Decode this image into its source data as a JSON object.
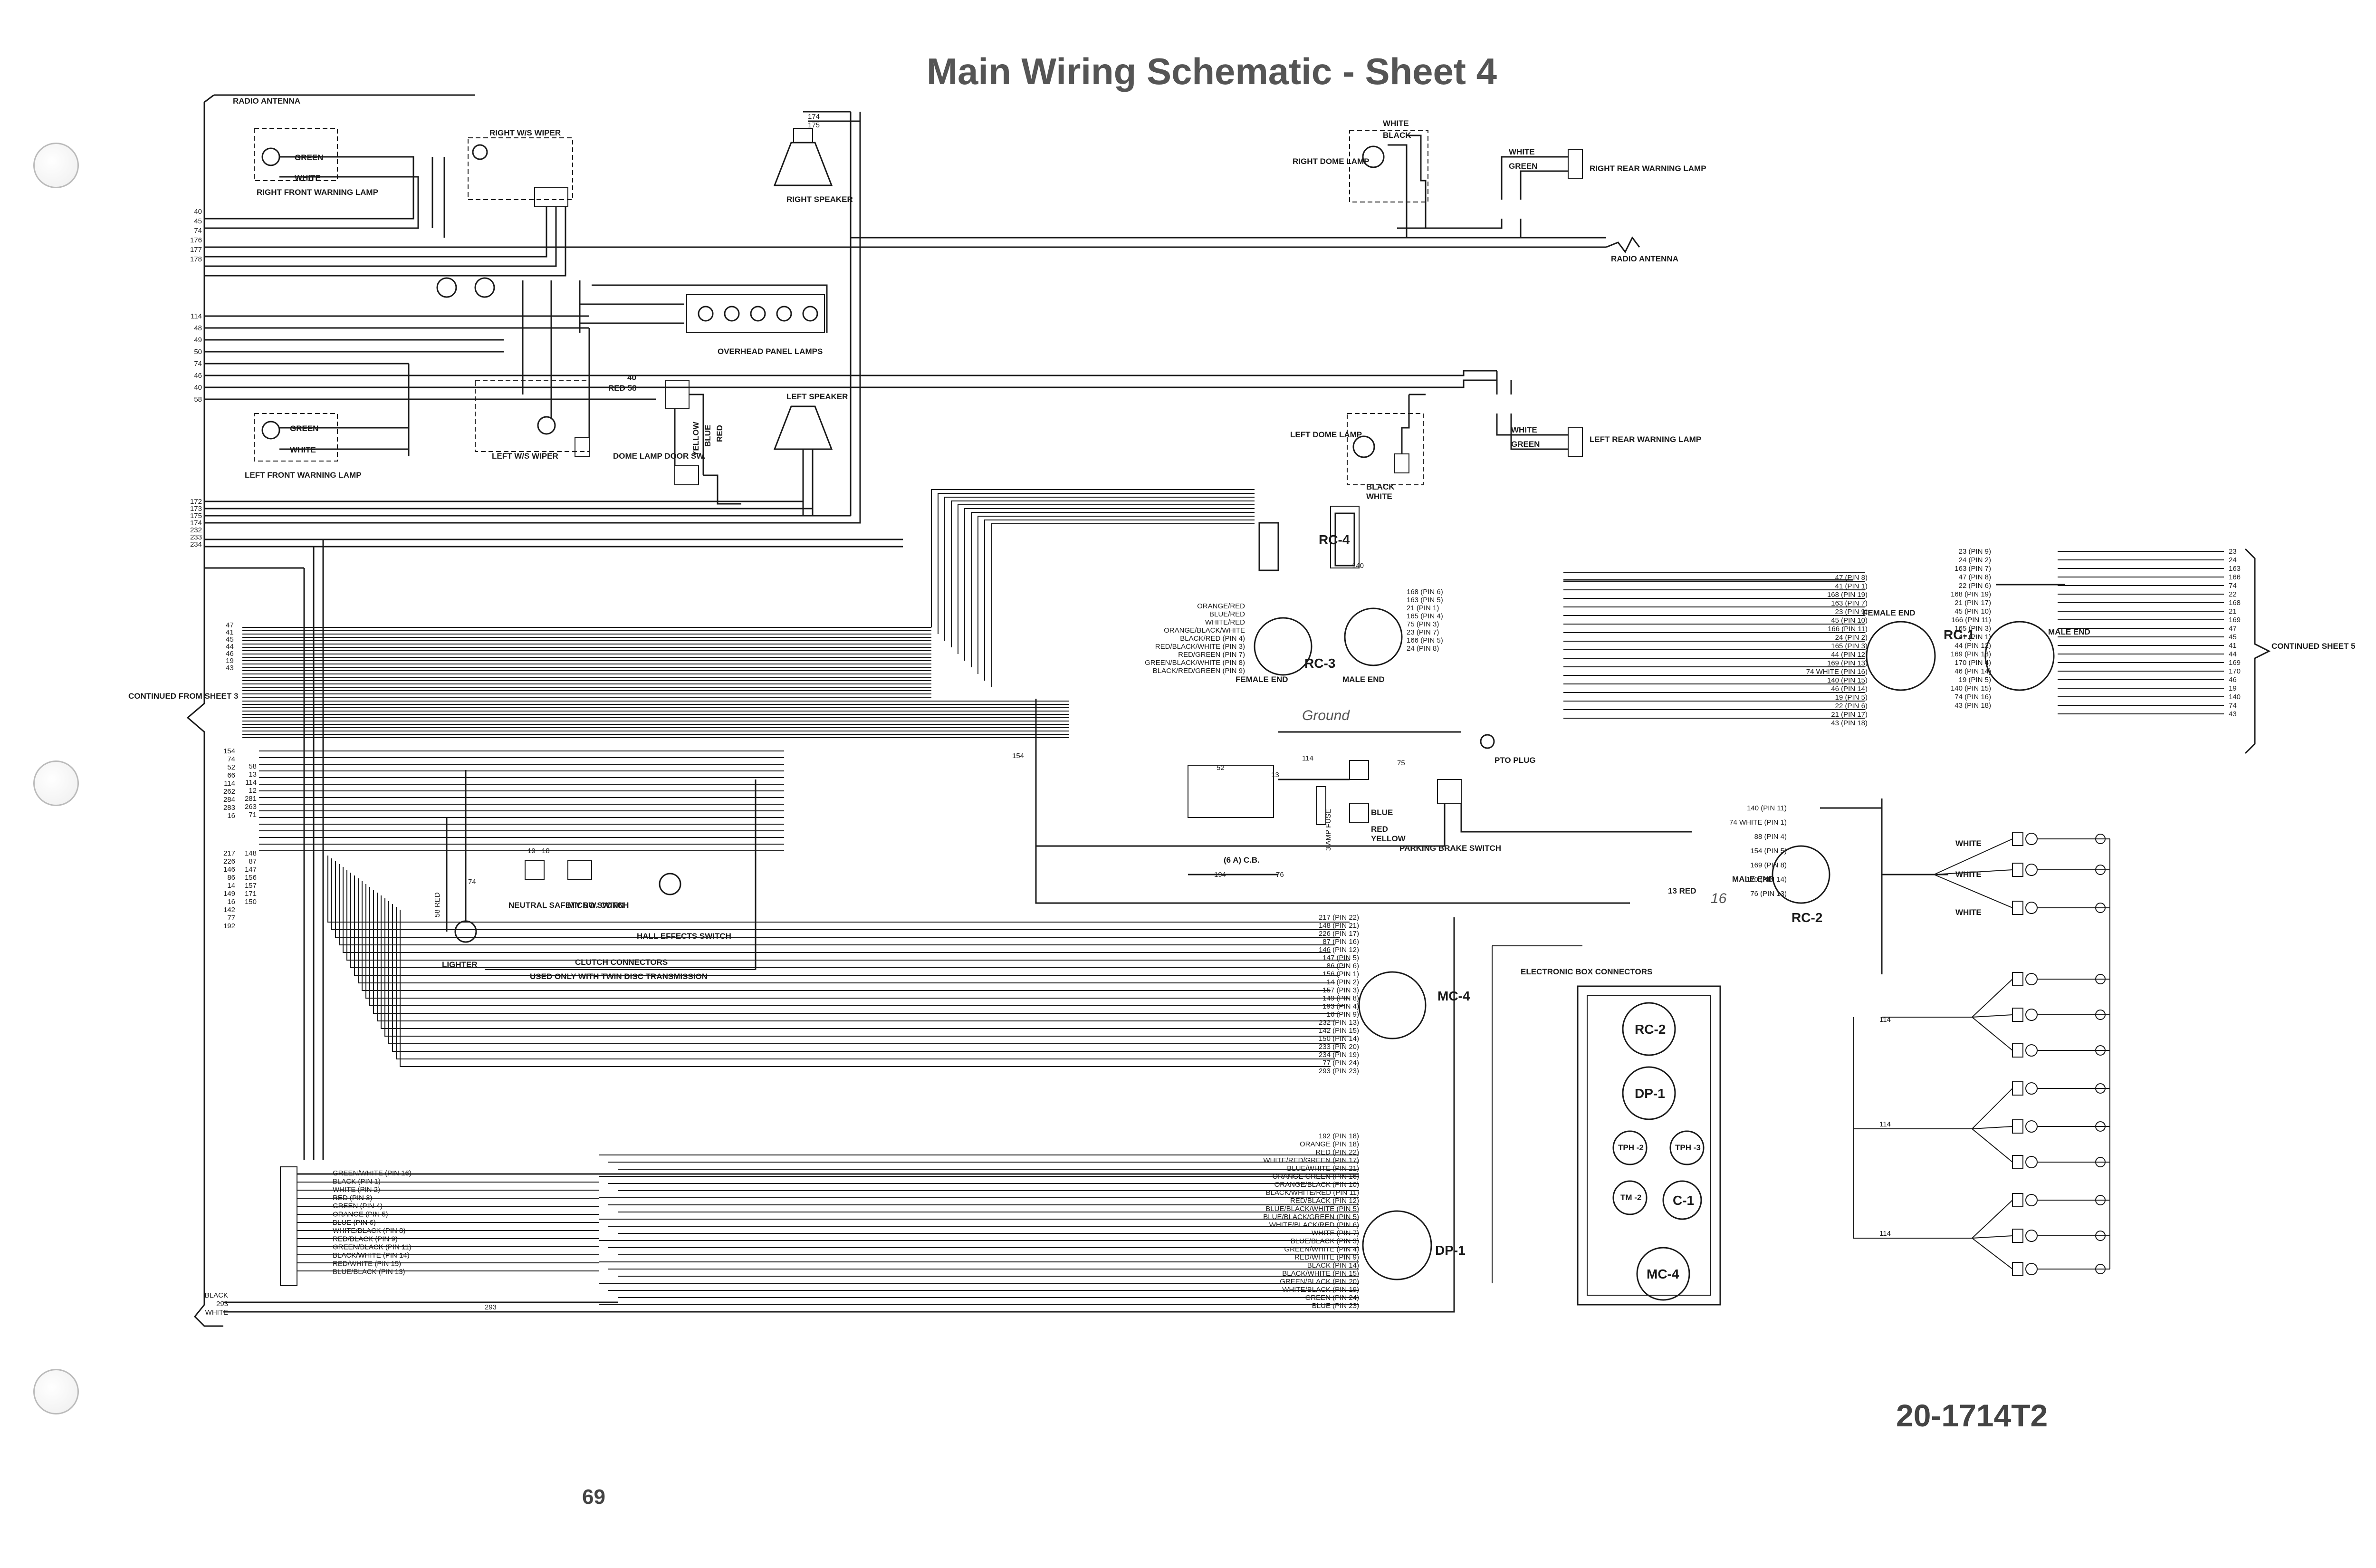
{
  "title": "Main Wiring Schematic - Sheet 4",
  "document_number": "20-1714T2",
  "page_number": "69",
  "continued_from": "CONTINUED FROM SHEET 3",
  "continued_to": "CONTINUED SHEET 5",
  "components": {
    "radio_antenna_top": "RADIO ANTENNA",
    "radio_antenna_right": "RADIO ANTENNA",
    "right_front_lamp": "RIGHT FRONT WARNING LAMP",
    "right_wiper": "RIGHT W/S WIPER",
    "right_speaker": "RIGHT SPEAKER",
    "right_dome_lamp": "RIGHT DOME LAMP",
    "right_rear_lamp": "RIGHT REAR WARNING LAMP",
    "overhead_panel_lamps": "OVERHEAD PANEL LAMPS",
    "left_front_lamp": "LEFT FRONT WARNING LAMP",
    "left_wiper": "LEFT W/S WIPER",
    "dome_lamp_door_sw": "DOME LAMP DOOR SW.",
    "left_speaker": "LEFT SPEAKER",
    "left_dome_lamp": "LEFT DOME LAMP",
    "left_rear_lamp": "LEFT REAR WARNING LAMP",
    "lighter": "LIGHTER",
    "neutral_safety": "NEUTRAL SAFETY SW. CONN",
    "micro_switch": "MICRO SWITCH",
    "hall_effects": "HALL EFFECTS SWITCH",
    "clutch_connectors": "CLUTCH CONNECTORS",
    "clutch_note": "USED ONLY WITH TWIN DISC TRANSMISSION",
    "pto_plug": "PTO PLUG",
    "parking_brake": "PARKING BRAKE SWITCH",
    "fuse_3a": "3 AMP FUSE",
    "cb_6a": "(6 A) C.B.",
    "female_end_rc3": "FEMALE END",
    "male_end_rc3": "MALE END",
    "female_end_rc1": "FEMALE END",
    "male_end_rc1": "MALE END",
    "male_end_rc2": "MALE END",
    "electronic_box": "ELECTRONIC BOX CONNECTORS",
    "handwritten_ground": "Ground"
  },
  "connectors": {
    "rc1": "RC-1",
    "rc2": "RC-2",
    "rc3": "RC-3",
    "rc4": "RC-4",
    "mc4": "MC-4",
    "dp1": "DP-1"
  },
  "ebox": {
    "rc2": "RC-2",
    "dp1": "DP-1",
    "tph2": "TPH -2",
    "tph3": "TPH -3",
    "tm2": "TM -2",
    "c1": "C-1",
    "mc4": "MC-4"
  },
  "wire_labels": {
    "rf_green": "GREEN",
    "rf_white": "WHITE",
    "lf_green": "GREEN",
    "lf_white": "WHITE",
    "rd_white": "WHITE",
    "rd_black": "BLACK",
    "rr_white": "WHITE",
    "rr_green": "GREEN",
    "ld_black": "BLACK",
    "ld_white": "WHITE",
    "lr_white": "WHITE",
    "lr_green": "GREEN",
    "pb_blue": "BLUE",
    "pb_red": "RED",
    "pb_yellow": "YELLOW",
    "door_yellow": "YELLOW",
    "door_blue": "BLUE",
    "door_red": "RED",
    "red58": "RED 58",
    "red40": "40",
    "r13red": "13 RED",
    "white74a": "WHITE",
    "white74b": "WHITE",
    "white74c": "WHITE"
  },
  "left_bundle_top": [
    "40",
    "45",
    "74",
    "176",
    "177",
    "178"
  ],
  "left_bundle_mid": [
    "114",
    "48",
    "49",
    "50",
    "74",
    "46",
    "40",
    "58"
  ],
  "left_bundle_low": [
    "172",
    "173",
    "175",
    "174",
    "232",
    "233",
    "234"
  ],
  "left_bundle_a": [
    "47",
    "41",
    "45",
    "44",
    "46",
    "19",
    "43"
  ],
  "left_bundle_b": [
    "154",
    "74",
    "52",
    "66",
    "114",
    "262",
    "284",
    "283",
    "16"
  ],
  "left_bundle_c": [
    "217",
    "226",
    "146",
    "86",
    "14",
    "149",
    "16",
    "142",
    "77",
    "192"
  ],
  "left_bundle_c2": [
    "148",
    "87",
    "147",
    "156",
    "157",
    "171",
    "150"
  ],
  "left_bundle_b2": [
    "58",
    "13",
    "114",
    "12",
    "281",
    "263",
    "71"
  ],
  "rc3_pins": [
    "ORANGE/RED",
    "BLUE/RED",
    "WHITE/RED",
    "ORANGE/BLACK/WHITE",
    "BLACK/RED (PIN 4)",
    "RED/BLACK/WHITE (PIN 3)",
    "RED/GREEN (PIN 7)",
    "GREEN/BLACK/WHITE (PIN 8)",
    "BLACK/RED/GREEN (PIN 9)"
  ],
  "rc3_male_pins": [
    "168 (PIN 6)",
    "163 (PIN 5)",
    "21 (PIN 1)",
    "165 (PIN 4)",
    "75 (PIN 3)",
    "23 (PIN 7)",
    "166 (PIN 5)",
    "24 (PIN 8)"
  ],
  "rc1_female_pins": [
    "47 (PIN 8)",
    "41 (PIN 1)",
    "168 (PIN 19)",
    "163 (PIN 7)",
    "23 (PIN 9)",
    "45 (PIN 10)",
    "166 (PIN 11)",
    "24 (PIN 2)",
    "165 (PIN 3)",
    "44 (PIN 12)",
    "169 (PIN 13)",
    "74 WHITE (PIN 16)",
    "140 (PIN 15)",
    "46 (PIN 14)",
    "19 (PIN 5)",
    "22 (PIN 6)",
    "21 (PIN 17)",
    "43 (PIN 18)"
  ],
  "rc1_male_pins": [
    "23 (PIN 9)",
    "24 (PIN 2)",
    "163 (PIN 7)",
    "47 (PIN 8)",
    "22 (PIN 6)",
    "168 (PIN 19)",
    "21 (PIN 17)",
    "45 (PIN 10)",
    "166 (PIN 11)",
    "165 (PIN 3)",
    "41 (PIN 1)",
    "44 (PIN 12)",
    "169 (PIN 13)",
    "170 (PIN 4)",
    "46 (PIN 14)",
    "19 (PIN 5)",
    "140 (PIN 15)",
    "74 (PIN 16)",
    "43 (PIN 18)"
  ],
  "right_bundle": [
    "23",
    "24",
    "163",
    "166",
    "74",
    "22",
    "168",
    "21",
    "169",
    "47",
    "45",
    "41",
    "44",
    "169",
    "170",
    "46",
    "19",
    "140",
    "74",
    "43"
  ],
  "rc2_pins": [
    "140 (PIN 11)",
    "74 WHITE (PIN 1)",
    "88 (PIN 4)",
    "154 (PIN 5)",
    "169 (PIN 8)",
    "170 (PIN 14)",
    "76 (PIN 13)"
  ],
  "mc4_pins": [
    "217 (PIN 22)",
    "148 (PIN 21)",
    "226 (PIN 17)",
    "87 (PIN 16)",
    "146 (PIN 12)",
    "147 (PIN 5)",
    "86 (PIN 6)",
    "156 (PIN 1)",
    "14 (PIN 2)",
    "157 (PIN 3)",
    "149 (PIN 8)",
    "193 (PIN 4)",
    "16 (PIN 9)",
    "232 (PIN 13)",
    "142 (PIN 15)",
    "150 (PIN 14)",
    "233 (PIN 20)",
    "234 (PIN 19)",
    "77 (PIN 24)",
    "293 (PIN 23)"
  ],
  "dp1_pins": [
    "192 (PIN 18)",
    "ORANGE (PIN 18)",
    "RED (PIN 22)",
    "WHITE/RED/GREEN (PIN 17)",
    "BLUE/WHITE (PIN 21)",
    "ORANGE GREEN (PIN 16)",
    "ORANGE/BLACK (PIN 10)",
    "BLACK/WHITE/RED (PIN 11)",
    "RED/BLACK (PIN 12)",
    "BLUE/BLACK/WHITE (PIN 5)",
    "BLUE/BLACK/GREEN (PIN 5)",
    "WHITE/BLACK/RED (PIN 6)",
    "WHITE (PIN 7)",
    "BLUE/BLACK (PIN 3)",
    "GREEN/WHITE (PIN 4)",
    "RED/WHITE (PIN 9)",
    "BLACK (PIN 14)",
    "BLACK/WHITE (PIN 15)",
    "GREEN/BLACK (PIN 20)",
    "WHITE/BLACK (PIN 19)",
    "GREEN (PIN 24)",
    "BLUE (PIN 23)"
  ],
  "lower_left_pins": [
    "GREEN/WHITE (PIN 16)",
    "BLACK (PIN 1)",
    "WHITE (PIN 2)",
    "RED (PIN 3)",
    "GREEN (PIN 4)",
    "ORANGE (PIN 5)",
    "BLUE (PIN 6)",
    "WHITE/BLACK (PIN 8)",
    "RED/BLACK (PIN 9)",
    "GREEN/BLACK (PIN 11)",
    "BLACK/WHITE (PIN 14)",
    "RED/WHITE (PIN 15)",
    "BLUE/BLACK (PIN 13)"
  ],
  "lower_left_side": [
    "BLACK",
    "293",
    "WHITE"
  ],
  "misc_numbers": {
    "n174": "174",
    "n175": "175",
    "n293": "293",
    "n154": "154",
    "n114": "114",
    "n75": "75",
    "n194": "194",
    "n76": "76",
    "n52": "52",
    "n13": "13",
    "n19": "19",
    "n18": "18",
    "n74": "74",
    "n58red": "58 RED",
    "n140": "140",
    "n114b": "114",
    "n114c": "114",
    "n114d": "114"
  },
  "handwritten_pin": "16"
}
